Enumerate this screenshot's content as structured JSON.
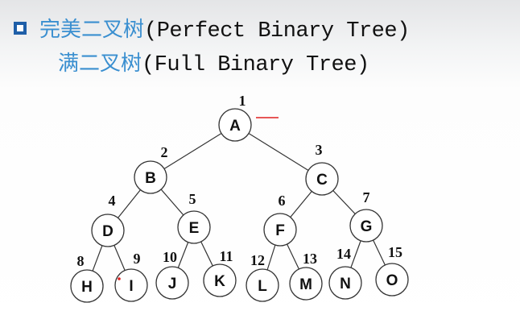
{
  "heading": {
    "bullet_icon": "square-bullet-icon",
    "line1_cn": "完美二叉树",
    "line1_en": "(Perfect Binary Tree)",
    "line2_cn": "满二叉树",
    "line2_en": "(Full Binary Tree)"
  },
  "colors": {
    "bullet": "#1f5fa8",
    "chinese_text": "#3a8fd0",
    "annotation": "#e02020"
  },
  "tree": {
    "nodes": [
      {
        "index": "1",
        "label": "A"
      },
      {
        "index": "2",
        "label": "B"
      },
      {
        "index": "3",
        "label": "C"
      },
      {
        "index": "4",
        "label": "D"
      },
      {
        "index": "5",
        "label": "E"
      },
      {
        "index": "6",
        "label": "F"
      },
      {
        "index": "7",
        "label": "G"
      },
      {
        "index": "8",
        "label": "H"
      },
      {
        "index": "9",
        "label": "I"
      },
      {
        "index": "10",
        "label": "J"
      },
      {
        "index": "11",
        "label": "K"
      },
      {
        "index": "12",
        "label": "L"
      },
      {
        "index": "13",
        "label": "M"
      },
      {
        "index": "14",
        "label": "N"
      },
      {
        "index": "15",
        "label": "O"
      }
    ]
  }
}
